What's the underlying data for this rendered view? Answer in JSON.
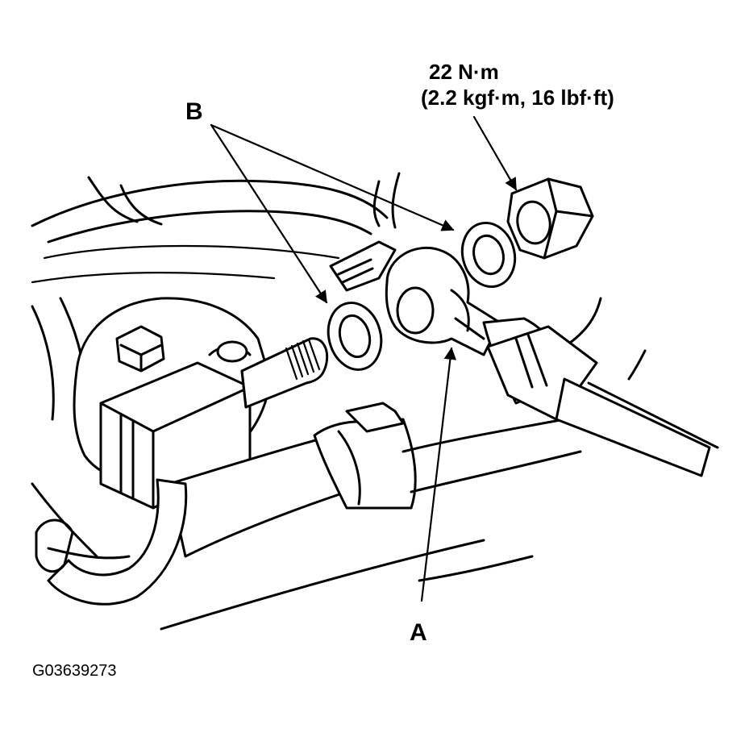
{
  "labels": {
    "torque_line1": "22 N·m",
    "torque_line2": "(2.2 kgf·m, 16 lbf·ft)",
    "label_b": "B",
    "label_a": "A",
    "figure_code": "G03639273"
  }
}
